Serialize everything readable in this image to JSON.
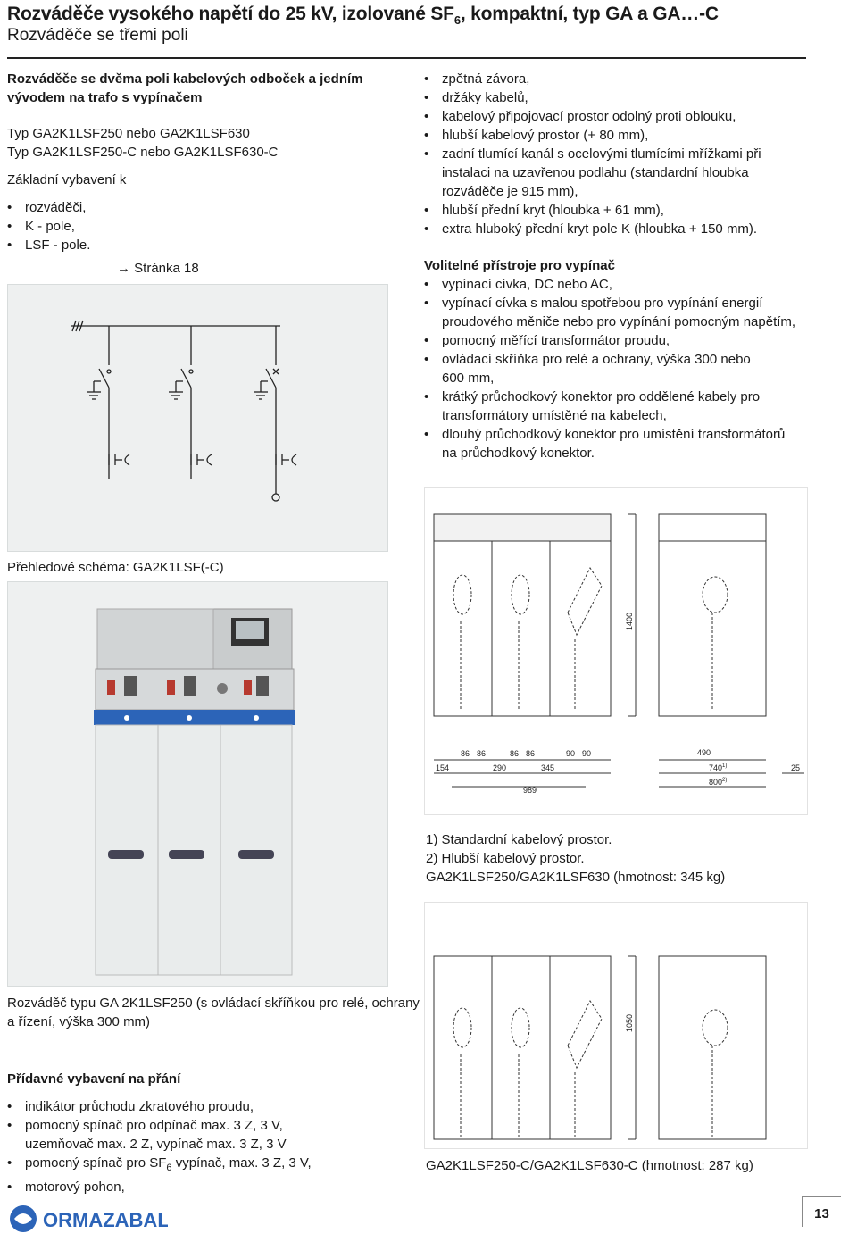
{
  "header": {
    "title": "Rozváděče vysokého napětí do 25 kV, izolované SF",
    "title_sub": "6",
    "title_tail": ", kompaktní, typ GA a GA…-C",
    "subtitle": "Rozváděče se třemi poli"
  },
  "left": {
    "heading_1": "Rozváděče se dvěma poli kabelových odboček a jedním",
    "heading_2": "vývodem na trafo s vypínačem",
    "type_1": "Typ GA2K1LSF250 nebo GA2K1LSF630",
    "type_2": "Typ GA2K1LSF250-C nebo GA2K1LSF630-C",
    "basic_label": "Základní vybavení k",
    "basic_items": [
      "rozváděči,",
      "K - pole,",
      "LSF - pole."
    ],
    "page_ref": "→ Stránka 18",
    "schema_caption": "Přehledové schéma: GA2K1LSF(-C)",
    "photo_caption_1": "Rozváděč typu GA 2K1LSF250 (s ovládací skříňkou pro relé, ochrany",
    "photo_caption_2": "a řízení, výška 300 mm)",
    "extra_heading": "Přídavné vybavení na přání",
    "extra_items": [
      "indikátor průchodu zkratového proudu,",
      "pomocný spínač pro odpínač max. 3 Z, 3 V,",
      "uzemňovač max. 2 Z, vypínač max. 3 Z, 3 V",
      "pomocný spínač pro SF",
      "6",
      " vypínač, max. 3 Z, 3 V,",
      "motorový pohon,"
    ]
  },
  "right": {
    "items_top": [
      "zpětná závora,",
      "držáky kabelů,",
      "kabelový připojovací prostor odolný proti oblouku,",
      "hlubší kabelový prostor (+ 80 mm),",
      "zadní tlumící kanál s ocelovými tlumícími mřížkami při",
      "instalaci na uzavřenou podlahu (standardní hloubka",
      "rozváděče je 915 mm),",
      "hlubší přední kryt (hloubka + 61 mm),",
      "extra hluboký přední kryt pole K (hloubka + 150 mm)."
    ],
    "optional_heading": "Volitelné přístroje pro vypínač",
    "optional_items": [
      "vypínací cívka, DC nebo AC,",
      "vypínací cívka s malou spotřebou pro vypínání energií",
      "proudového měniče nebo pro vypínání pomocným napětím,",
      "pomocný měřící transformátor proudu,",
      "ovládací skříňka pro relé a ochrany, výška 300 nebo",
      "600 mm,",
      "krátký průchodkový konektor pro oddělené kabely pro",
      "transformátory umístěné na kabelech,",
      "dlouhý průchodkový konektor pro umístění transformátorů",
      "na průchodkový konektor."
    ],
    "drawing1": {
      "dims": [
        "86",
        "86",
        "86",
        "86",
        "90",
        "90",
        "154",
        "290",
        "345",
        "989",
        "490",
        "740",
        "1)",
        "800",
        "2)",
        "25",
        "1400"
      ]
    },
    "notes": [
      "1) Standardní kabelový prostor.",
      "2) Hlubší kabelový prostor.",
      "GA2K1LSF250/GA2K1LSF630 (hmotnost: 345 kg)"
    ],
    "drawing2": {
      "dims": [
        "1050"
      ]
    },
    "drawing2_caption": "GA2K1LSF250-C/GA2K1LSF630-C (hmotnost: 287 kg)"
  },
  "footer": {
    "brand": "ORMAZABAL",
    "page": "13"
  }
}
